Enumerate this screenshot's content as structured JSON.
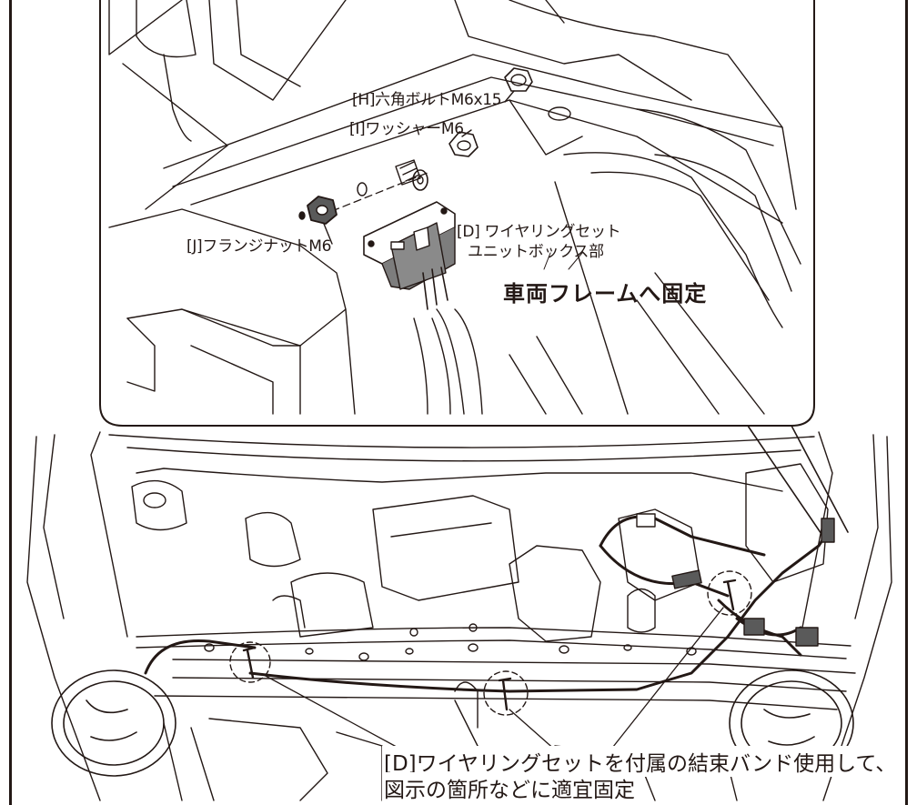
{
  "labels": {
    "hex_bolt": "[H]六角ボルトM6x15",
    "washer": "[I]ワッシャーM6",
    "flange_nut": "[J]フランジナットM6",
    "wiring_set_line1": "[D] ワイヤリングセット",
    "wiring_set_line2": "ユニットボックス部",
    "fix_to_frame": "車両フレームへ固定"
  },
  "instruction": {
    "line1": "[D]ワイヤリングセットを付属の結束バンド使用して、",
    "line2": "図示の箇所などに適宜固定"
  },
  "colors": {
    "line": "#231815",
    "background": "#ffffff",
    "part_gray": "#7d7d7d"
  }
}
